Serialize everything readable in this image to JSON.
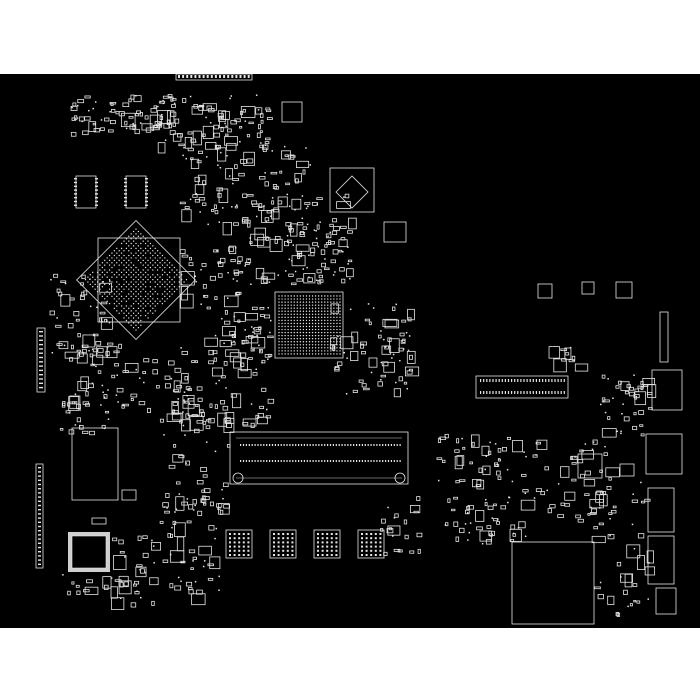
{
  "canvas": {
    "background": "#ffffff",
    "board_color": "#000000",
    "outline_color": "#e6e6e6"
  },
  "components": {
    "bga_main": "bga-package",
    "bga_secondary": "bga-package",
    "dimm_slot": "memory-slot",
    "sdram_chips": "memory-chip",
    "qfp_chip": "qfp-package",
    "connectors": "connector",
    "passives": "passive-component"
  }
}
